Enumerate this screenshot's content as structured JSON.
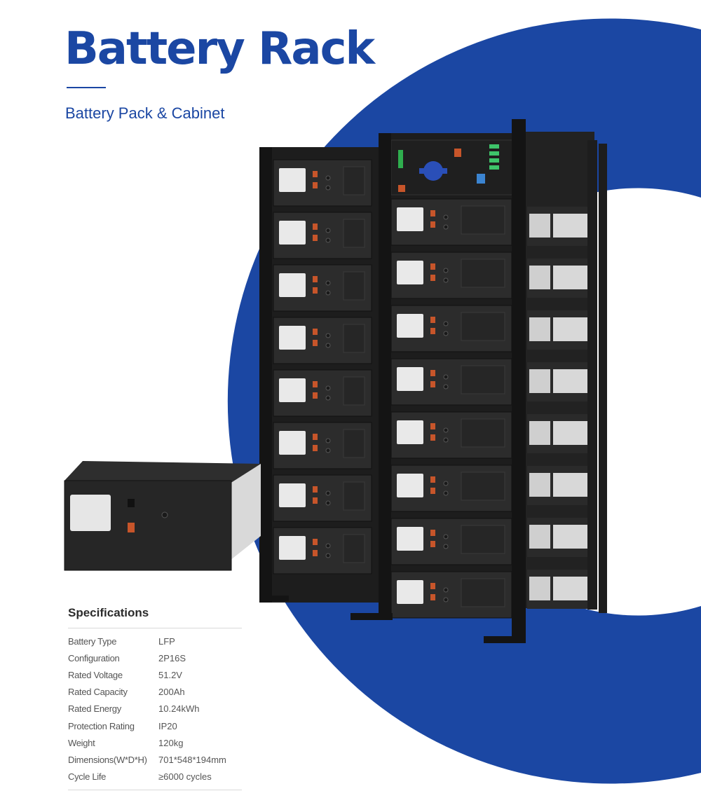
{
  "header": {
    "title": "Battery Rack",
    "subtitle": "Battery Pack & Cabinet"
  },
  "specs": {
    "heading": "Specifications",
    "rows": [
      {
        "label": "Battery Type",
        "value": "LFP"
      },
      {
        "label": "Configuration",
        "value": "2P16S"
      },
      {
        "label": "Rated Voltage",
        "value": "51.2V"
      },
      {
        "label": "Rated Capacity",
        "value": "200Ah"
      },
      {
        "label": "Rated Energy",
        "value": "10.24kWh"
      },
      {
        "label": "Protection Rating",
        "value": "IP20"
      },
      {
        "label": "Weight",
        "value": "120kg"
      },
      {
        "label": "Dimensions(W*D*H)",
        "value": "701*548*194mm"
      },
      {
        "label": "Cycle Life",
        "value": "≥6000 cycles"
      }
    ]
  },
  "colors": {
    "brand_blue": "#1b47a3",
    "rack_black": "#1d1d1d",
    "module_dark": "#2c2c2c",
    "terminal_orange": "#c7552a"
  },
  "illustration": {
    "rack_modules_per_column": 8,
    "rack_columns": 2
  }
}
